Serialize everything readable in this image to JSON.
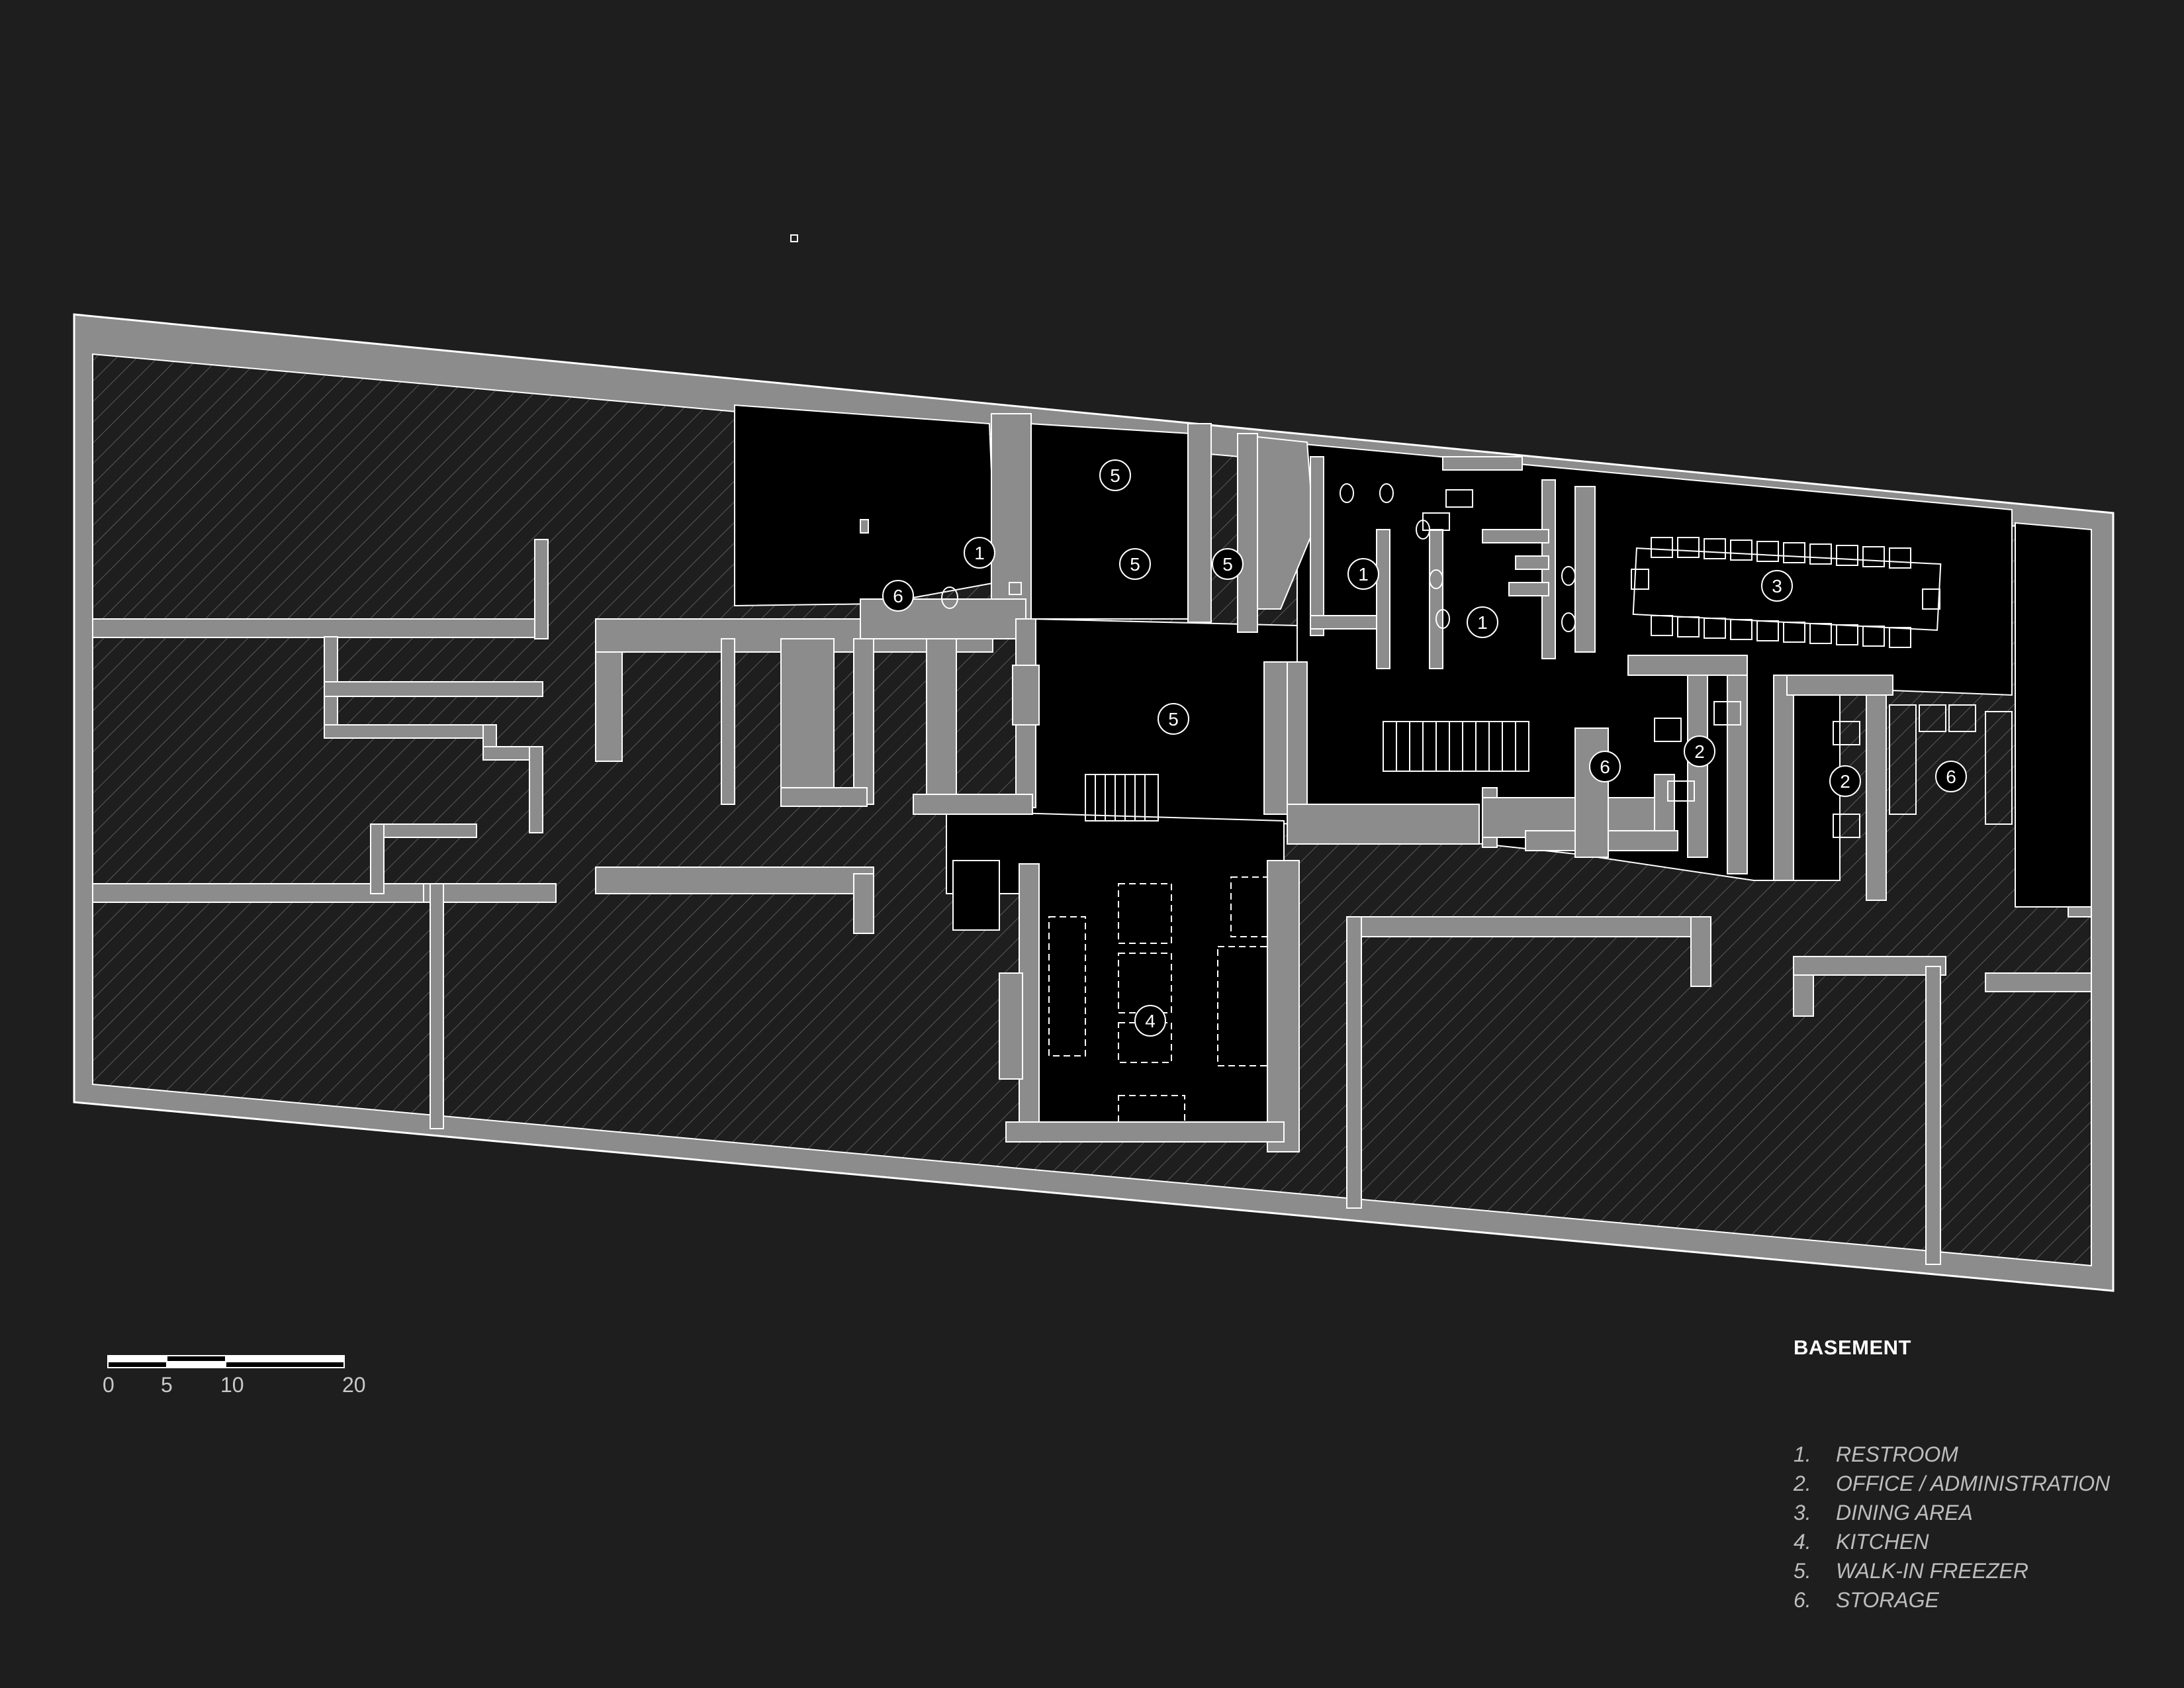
{
  "title": "BASEMENT",
  "scale_bar": {
    "ticks": [
      "0",
      "5",
      "10",
      "20"
    ]
  },
  "legend": [
    {
      "number": "1.",
      "label": "RESTROOM"
    },
    {
      "number": "2.",
      "label": "OFFICE / ADMINISTRATION"
    },
    {
      "number": "3.",
      "label": "DINING AREA"
    },
    {
      "number": "4.",
      "label": "KITCHEN"
    },
    {
      "number": "5.",
      "label": "WALK-IN FREEZER"
    },
    {
      "number": "6.",
      "label": "STORAGE"
    }
  ],
  "room_tags": {
    "restroom_a": "1",
    "restroom_b": "1",
    "restroom_c": "1",
    "office_a": "2",
    "office_b": "2",
    "dining": "3",
    "kitchen": "4",
    "freezer_a": "5",
    "freezer_b": "5",
    "freezer_c": "5",
    "freezer_d": "5",
    "storage_a": "6",
    "storage_b": "6",
    "storage_c": "6"
  },
  "colors": {
    "background": "#1e1e1e",
    "wall": "#8c8c8c",
    "room_fill": "#000000",
    "hatch": "#5a5a5a",
    "line": "#ffffff"
  }
}
